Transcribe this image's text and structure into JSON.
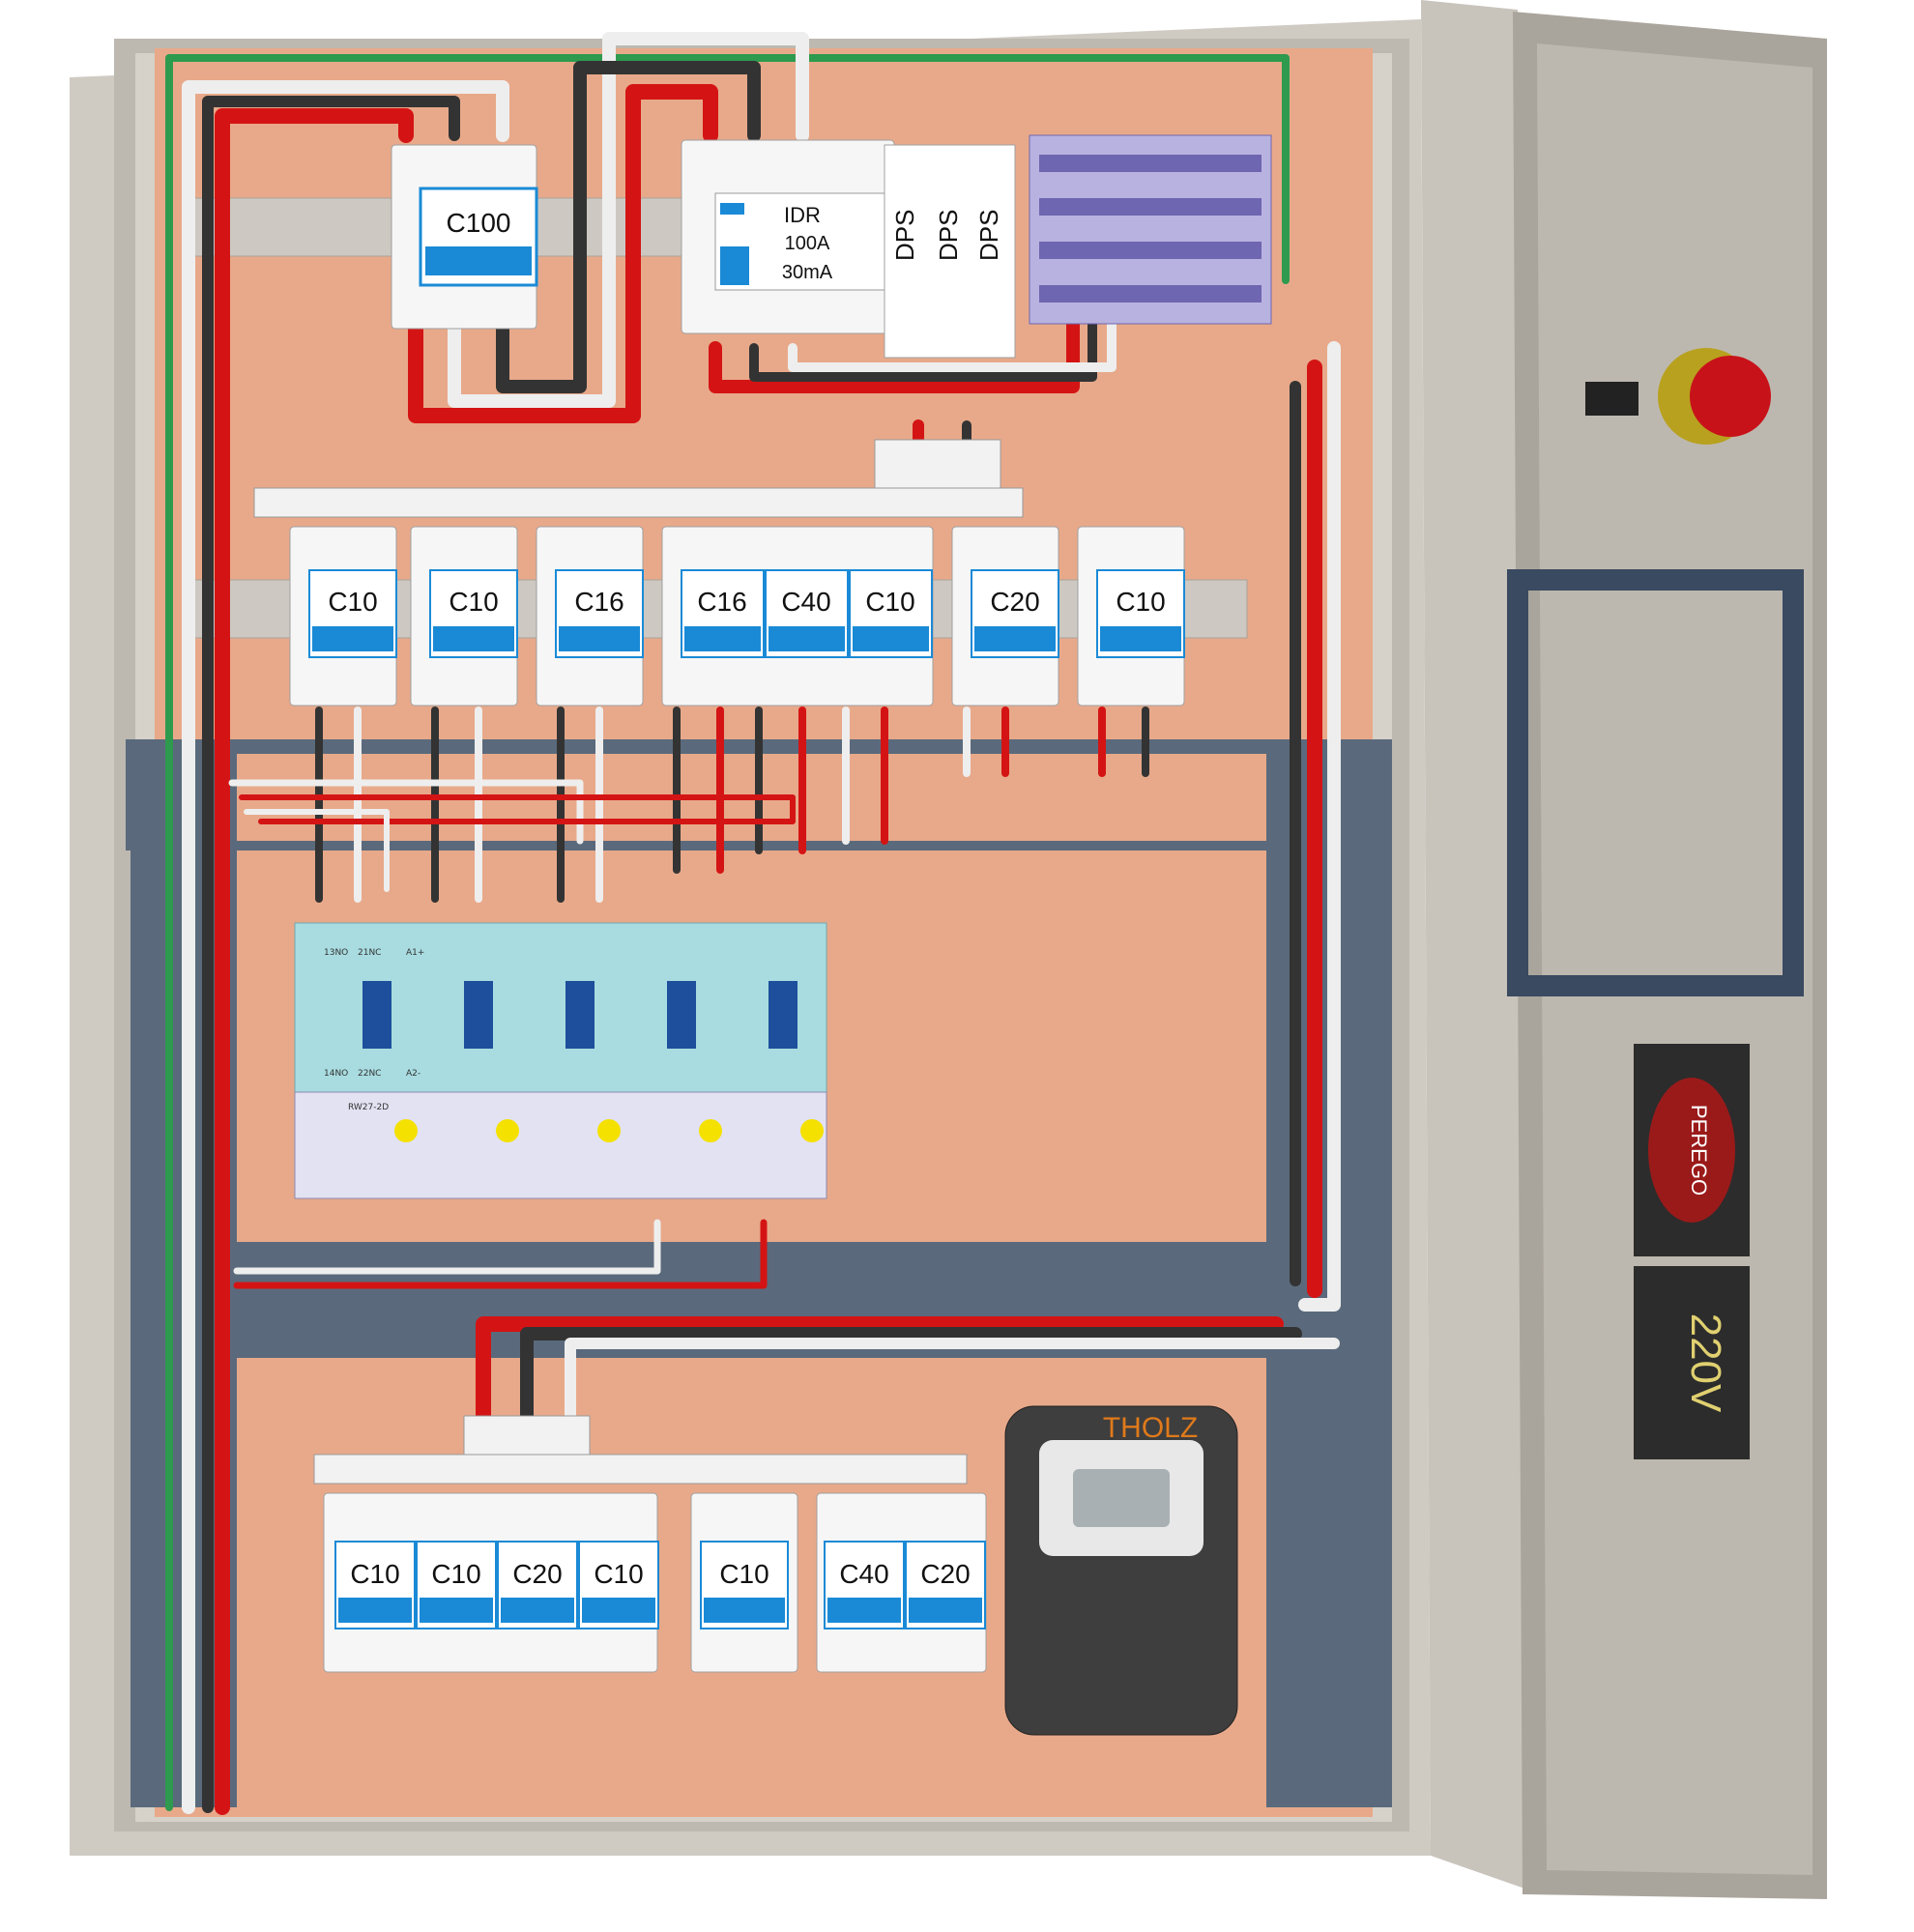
{
  "main_breakers": {
    "main": "C100",
    "idr": {
      "name": "IDR",
      "rating": "100A",
      "sensitivity": "30mA"
    },
    "dps": [
      "DPS",
      "DPS",
      "DPS"
    ]
  },
  "row1_breakers": [
    "C10",
    "C10",
    "C16",
    "C16",
    "C40",
    "C10",
    "C20",
    "C10"
  ],
  "row2_breakers": [
    "C10",
    "C10",
    "C20",
    "C10",
    "C10",
    "C40",
    "C20"
  ],
  "contactor_terminals": {
    "top": [
      "13NO",
      "21NC",
      "A1+"
    ],
    "bottom": [
      "14NO",
      "22NC",
      "A2-"
    ]
  },
  "overload_relay_model": "RW27-2D",
  "controller": {
    "brand": "THOLZ"
  },
  "door": {
    "voltage_label": "220V",
    "brand_plate": "PEREGO"
  },
  "colors": {
    "panel_backplate": "#e8a98a",
    "cabinet": "#c9c5bc",
    "breaker_blue": "#1a8ad6",
    "wire_red": "#d41414",
    "wire_black": "#333333",
    "wire_white": "#eeeeee",
    "wire_green": "#2e9a4e",
    "duct": "#5a6a7c",
    "contactor": "#a8dce0"
  }
}
